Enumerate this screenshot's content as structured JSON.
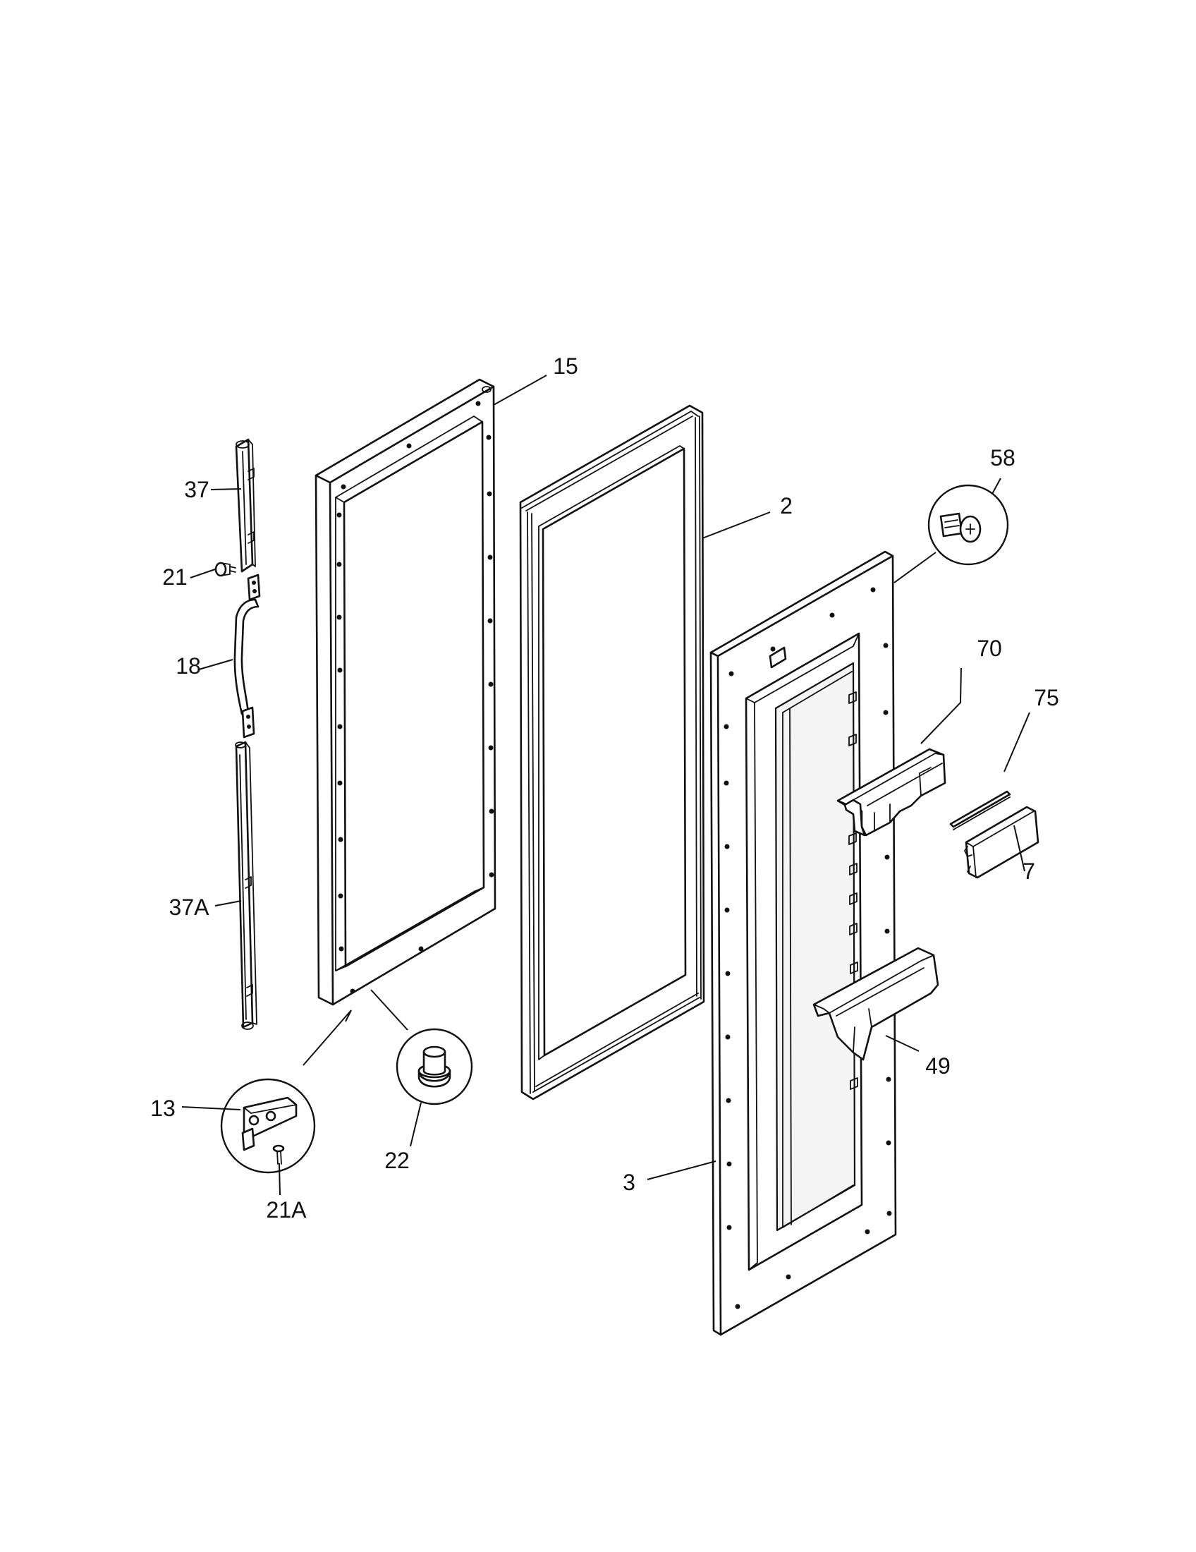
{
  "labels": {
    "p15": "15",
    "p2": "2",
    "p58": "58",
    "p37": "37",
    "p21": "21",
    "p18": "18",
    "p37a": "37A",
    "p70": "70",
    "p75": "75",
    "p7": "7",
    "p49": "49",
    "p13": "13",
    "p22": "22",
    "p21a": "21A",
    "p3": "3"
  }
}
